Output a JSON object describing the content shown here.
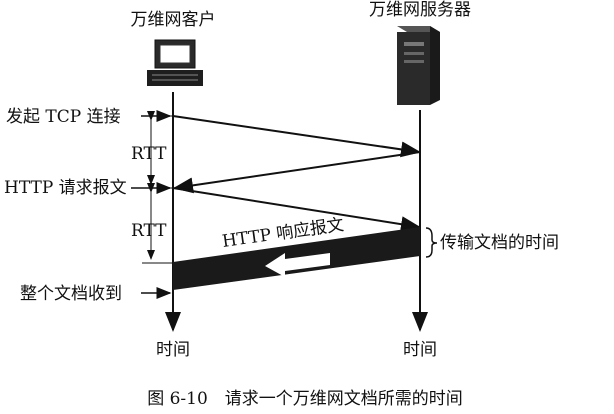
{
  "labels": {
    "client": "万维网客户",
    "server": "万维网服务器",
    "tcp_connect": "发起 TCP 连接",
    "http_request": "HTTP 请求报文",
    "http_response": "HTTP 响应报文",
    "transfer_time": "传输文档的时间",
    "doc_received": "整个文档收到",
    "rtt": "RTT",
    "time": "时间"
  },
  "caption": "图 6-10　请求一个万维网文档所需的时间",
  "icons": {
    "client": "laptop-computer-icon",
    "server": "server-tower-icon"
  }
}
